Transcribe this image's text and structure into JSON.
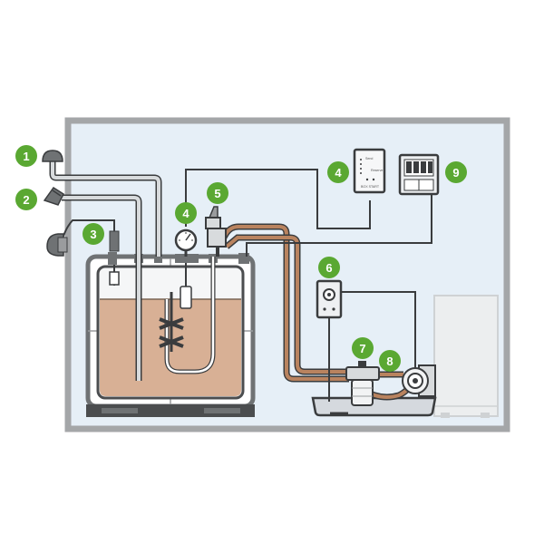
{
  "colors": {
    "badge": "#5aa832",
    "room_wall": "#a4a6a8",
    "room_bg": "#e6eff7",
    "oil": "#d8b095",
    "copper_pipe": "#b9835f",
    "pipe_light": "#d8dbdd",
    "outline": "#3a3c3e",
    "tank_frame": "#6f7274"
  },
  "callouts": [
    {
      "id": "1",
      "label": "1"
    },
    {
      "id": "2",
      "label": "2"
    },
    {
      "id": "3",
      "label": "3"
    },
    {
      "id": "4a",
      "label": "4"
    },
    {
      "id": "4b",
      "label": "4"
    },
    {
      "id": "5",
      "label": "5"
    },
    {
      "id": "6",
      "label": "6"
    },
    {
      "id": "7",
      "label": "7"
    },
    {
      "id": "8",
      "label": "8"
    },
    {
      "id": "9",
      "label": "9"
    }
  ],
  "monitor_panel": {
    "line1": "Send",
    "line2": "Reserve",
    "line3": "BOX START"
  },
  "icons": {
    "vent_cap": "vent-cap-icon",
    "fill_coupling": "fill-coupling-icon",
    "gauge": "dial-gauge-icon",
    "filter": "oil-filter-icon",
    "burner_pump": "burner-pump-icon"
  }
}
